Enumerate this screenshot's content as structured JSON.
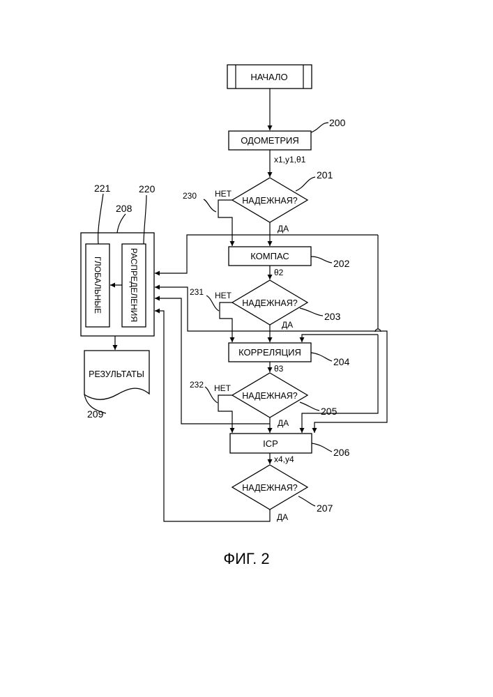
{
  "blocks": {
    "start": "НАЧАЛО",
    "odometry": "ОДОМЕТРИЯ",
    "compass": "КОМПАС",
    "correlation": "КОРРЕЛЯЦИЯ",
    "icp": "ICP",
    "global": "ГЛОБАЛЬНЫЕ",
    "distribution": "РАСПРЕДЕЛЕНИЯ",
    "results": "РЕЗУЛЬТАТЫ"
  },
  "decisions": {
    "d201": "НАДЕЖНАЯ?",
    "d203": "НАДЕЖНАЯ?",
    "d205": "НАДЕЖНАЯ?",
    "d207": "НАДЕЖНАЯ?"
  },
  "edges": {
    "yes_label": "ДА",
    "no_label": "НЕТ",
    "out_odometry": "x1,y1,θ1",
    "out_compass": "θ2",
    "out_correlation": "θ3",
    "out_icp": "x4,y4"
  },
  "refs": {
    "r200": "200",
    "r201": "201",
    "r202": "202",
    "r203": "203",
    "r204": "204",
    "r205": "205",
    "r206": "206",
    "r207": "207",
    "r208": "208",
    "r209": "209",
    "r220": "220",
    "r221": "221",
    "r230": "230",
    "r231": "231",
    "r232": "232"
  },
  "caption": "ФИГ. 2"
}
